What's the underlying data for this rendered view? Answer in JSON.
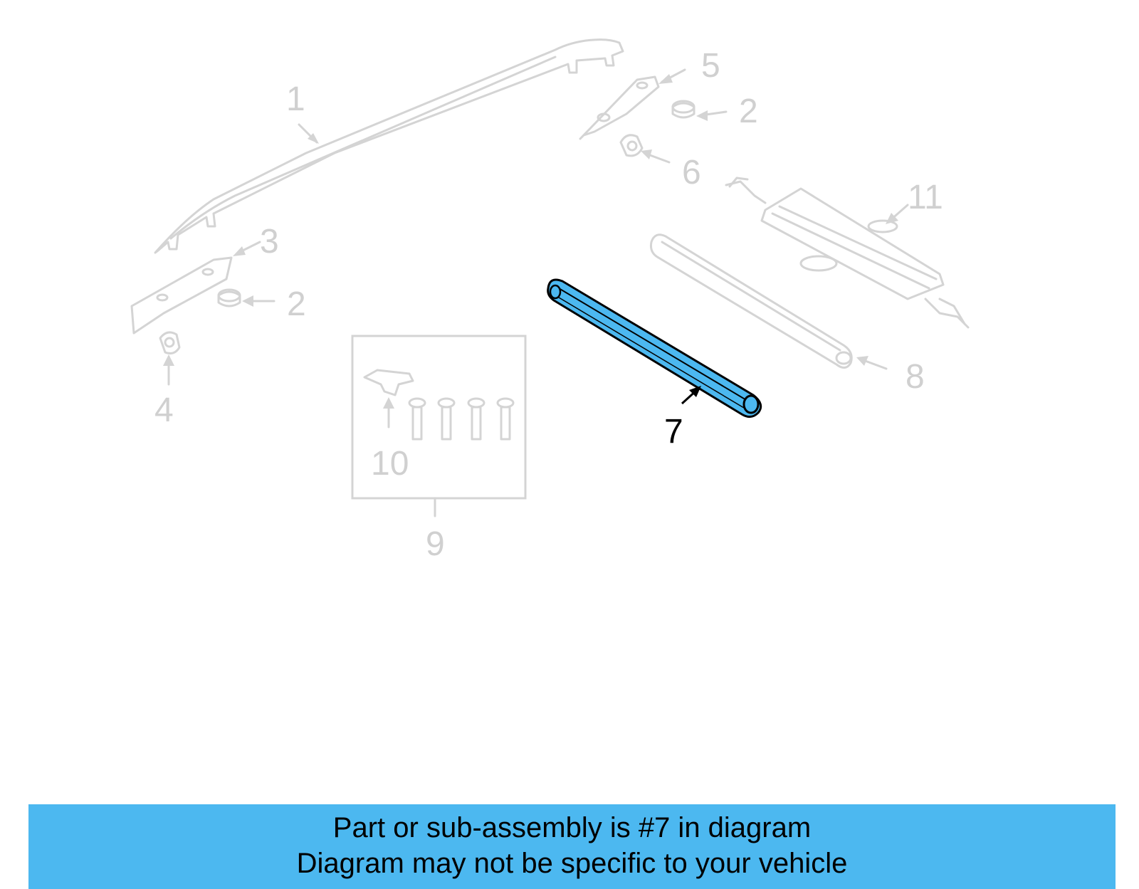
{
  "callouts": {
    "c1": "1",
    "c2a": "2",
    "c2b": "2",
    "c3": "3",
    "c4": "4",
    "c5": "5",
    "c6": "6",
    "c7": "7",
    "c8": "8",
    "c9": "9",
    "c10": "10",
    "c11": "11"
  },
  "highlighted_part": "7",
  "colors": {
    "highlight": "#4cb8f0",
    "banner": "#4cb8f0",
    "inactive": "#d4d4d4"
  },
  "banner": {
    "line1": "Part or sub-assembly is #7 in diagram",
    "line2": "Diagram may not be specific to your vehicle"
  }
}
